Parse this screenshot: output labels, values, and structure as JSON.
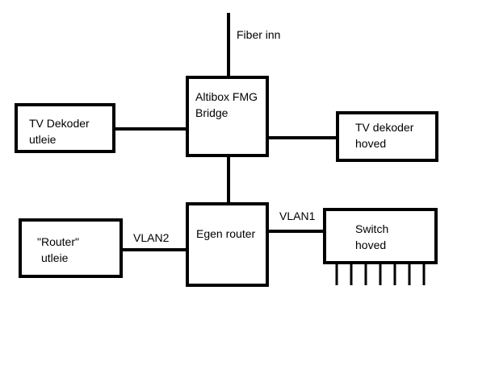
{
  "nodes": {
    "fiber": {
      "label": "Fiber inn"
    },
    "bridge": {
      "lines": [
        "Altibox FMG",
        "Bridge"
      ]
    },
    "tv_left": {
      "lines": [
        "TV Dekoder",
        "utleie"
      ]
    },
    "tv_right": {
      "lines": [
        "TV dekoder",
        "hoved"
      ]
    },
    "router": {
      "lines": [
        "Egen router"
      ]
    },
    "router_rent": {
      "lines": [
        "\"Router\"",
        "utleie"
      ]
    },
    "switch": {
      "lines": [
        "Switch",
        "hoved"
      ]
    }
  },
  "links": {
    "vlan1": {
      "label": "VLAN1"
    },
    "vlan2": {
      "label": "VLAN2"
    }
  },
  "colors": {
    "stroke": "#000000",
    "background": "#ffffff"
  }
}
